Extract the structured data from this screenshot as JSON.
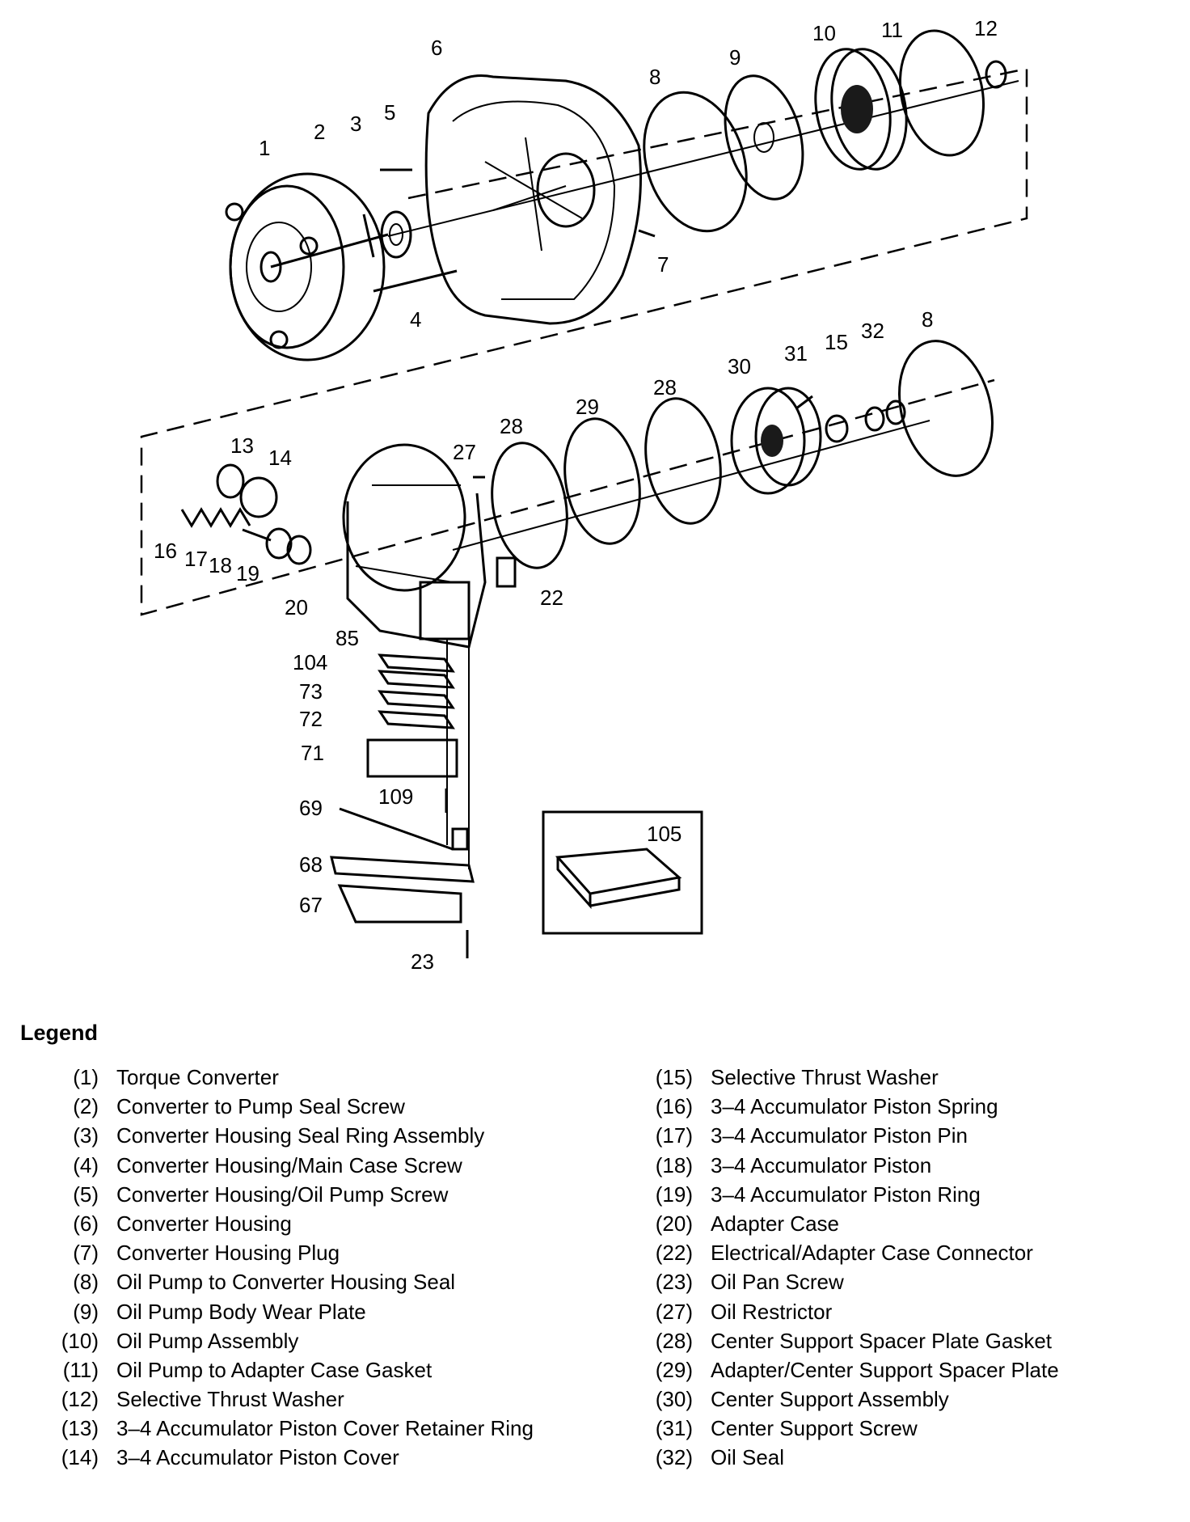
{
  "callouts": {
    "c1": "1",
    "c2": "2",
    "c3": "3",
    "c4": "4",
    "c5": "5",
    "c6": "6",
    "c7": "7",
    "c8a": "8",
    "c9": "9",
    "c10": "10",
    "c11": "11",
    "c12": "12",
    "c13": "13",
    "c14": "14",
    "c15": "15",
    "c16": "16",
    "c17": "17",
    "c18": "18",
    "c19": "19",
    "c20": "20",
    "c22": "22",
    "c23": "23",
    "c27": "27",
    "c28a": "28",
    "c28b": "28",
    "c29": "29",
    "c30": "30",
    "c31": "31",
    "c32": "32",
    "c8b": "8",
    "c85": "85",
    "c104": "104",
    "c73": "73",
    "c72": "72",
    "c71": "71",
    "c109": "109",
    "c69": "69",
    "c68": "68",
    "c67": "67",
    "c105": "105"
  },
  "legend": {
    "title": "Legend",
    "left": [
      {
        "num": "(1)",
        "label": "Torque Converter"
      },
      {
        "num": "(2)",
        "label": "Converter to Pump Seal Screw"
      },
      {
        "num": "(3)",
        "label": "Converter Housing Seal Ring Assembly"
      },
      {
        "num": "(4)",
        "label": "Converter Housing/Main Case Screw"
      },
      {
        "num": "(5)",
        "label": "Converter Housing/Oil Pump Screw"
      },
      {
        "num": "(6)",
        "label": "Converter Housing"
      },
      {
        "num": "(7)",
        "label": "Converter Housing Plug"
      },
      {
        "num": "(8)",
        "label": "Oil Pump to Converter Housing Seal"
      },
      {
        "num": "(9)",
        "label": "Oil Pump Body Wear Plate"
      },
      {
        "num": "(10)",
        "label": "Oil Pump Assembly"
      },
      {
        "num": "(11)",
        "label": "Oil Pump to Adapter Case Gasket"
      },
      {
        "num": "(12)",
        "label": "Selective Thrust Washer"
      },
      {
        "num": "(13)",
        "label": "3–4 Accumulator Piston Cover Retainer Ring"
      },
      {
        "num": "(14)",
        "label": "3–4 Accumulator Piston Cover"
      }
    ],
    "right": [
      {
        "num": "(15)",
        "label": "Selective Thrust Washer"
      },
      {
        "num": "(16)",
        "label": "3–4 Accumulator Piston Spring"
      },
      {
        "num": "(17)",
        "label": "3–4 Accumulator Piston Pin"
      },
      {
        "num": "(18)",
        "label": "3–4 Accumulator Piston"
      },
      {
        "num": "(19)",
        "label": "3–4 Accumulator Piston Ring"
      },
      {
        "num": "(20)",
        "label": "Adapter Case"
      },
      {
        "num": "(22)",
        "label": "Electrical/Adapter Case Connector"
      },
      {
        "num": "(23)",
        "label": "Oil Pan Screw"
      },
      {
        "num": "(27)",
        "label": "Oil Restrictor"
      },
      {
        "num": "(28)",
        "label": "Center Support Spacer Plate Gasket"
      },
      {
        "num": "(29)",
        "label": "Adapter/Center Support Spacer Plate"
      },
      {
        "num": "(30)",
        "label": "Center Support Assembly"
      },
      {
        "num": "(31)",
        "label": "Center Support Screw"
      },
      {
        "num": "(32)",
        "label": "Oil Seal"
      }
    ]
  }
}
